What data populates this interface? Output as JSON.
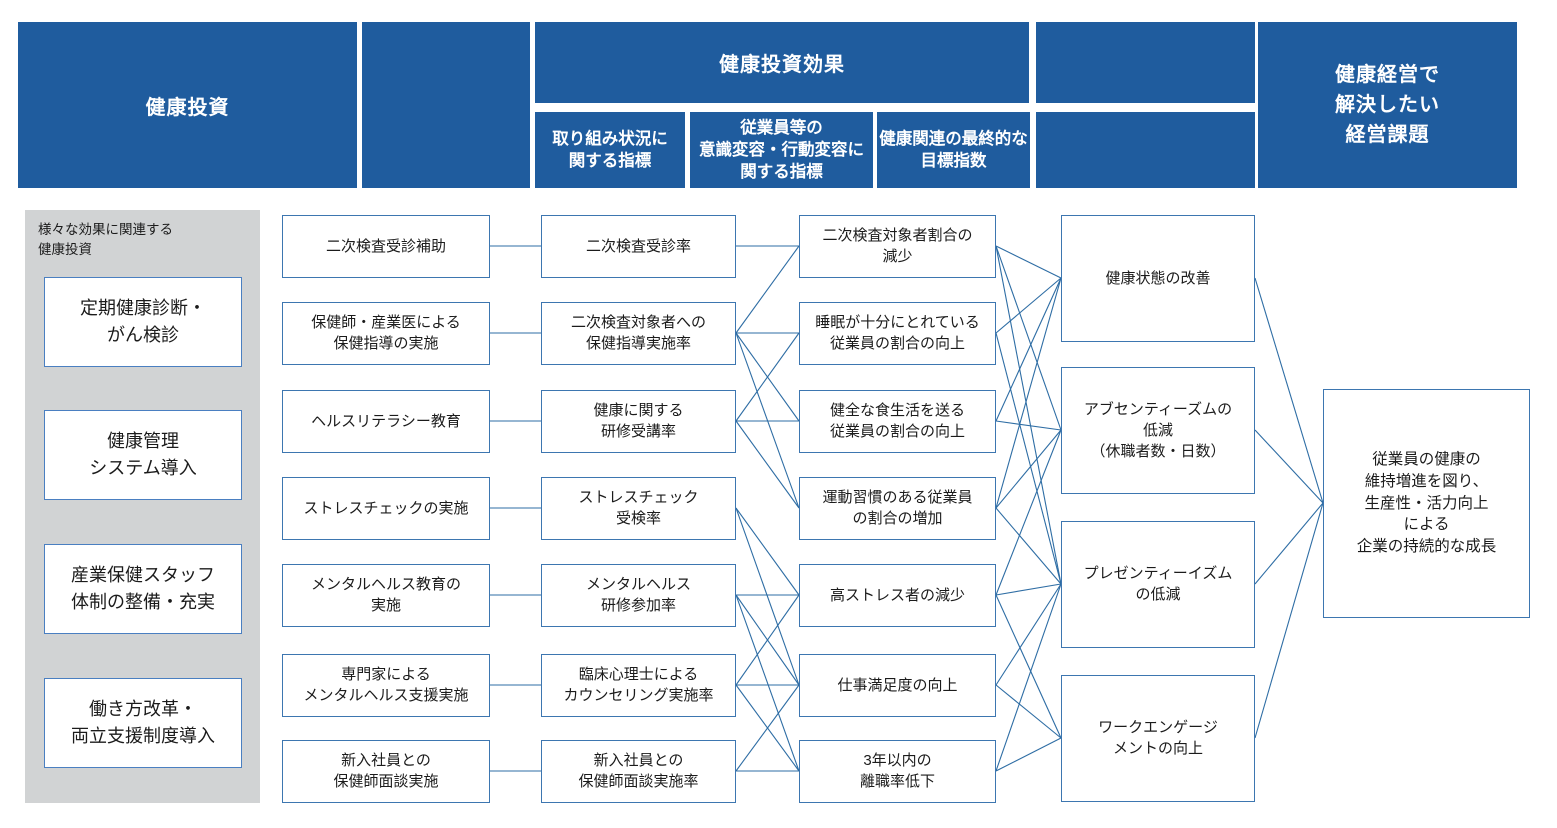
{
  "header": {
    "investment": "健康投資",
    "effect": "健康投資効果",
    "sub_indicators": [
      "取り組み状況に\n関する指標",
      "従業員等の\n意識変容・行動変容に\n関する指標",
      "健康関連の最終的な\n目標指数"
    ],
    "management_issue": "健康経営で\n解決したい\n経営課題"
  },
  "sidebar": {
    "note": "様々な効果に関連する\n健康投資",
    "categories": [
      "定期健康診断・\nがん検診",
      "健康管理\nシステム導入",
      "産業保健スタッフ\n体制の整備・充実",
      "働き方改革・\n両立支援制度導入"
    ]
  },
  "columns": {
    "investments": [
      "二次検査受診補助",
      "保健師・産業医による\n保健指導の実施",
      "ヘルスリテラシー教育",
      "ストレスチェックの実施",
      "メンタルヘルス教育の\n実施",
      "専門家による\nメンタルヘルス支援実施",
      "新入社員との\n保健師面談実施"
    ],
    "process_indicators": [
      "二次検査受診率",
      "二次検査対象者への\n保健指導実施率",
      "健康に関する\n研修受講率",
      "ストレスチェック\n受検率",
      "メンタルヘルス\n研修参加率",
      "臨床心理士による\nカウンセリング実施率",
      "新入社員との\n保健師面談実施率"
    ],
    "behavior_indicators": [
      "二次検査対象者割合の\n減少",
      "睡眠が十分にとれている\n従業員の割合の向上",
      "健全な食生活を送る\n従業員の割合の向上",
      "運動習慣のある従業員\nの割合の増加",
      "高ストレス者の減少",
      "仕事満足度の向上",
      "3年以内の\n離職率低下"
    ],
    "target_indicators": [
      "健康状態の改善",
      "アブセンティーズムの\n低減\n（休職者数・日数）",
      "プレゼンティーイズム\nの低減",
      "ワークエンゲージ\nメントの向上"
    ],
    "goal": "従業員の健康の\n維持増進を図り、\n生産性・活力向上\nによる\n企業の持続的な成長"
  },
  "edges": {
    "inv_proc": [
      [
        0,
        0
      ],
      [
        1,
        1
      ],
      [
        2,
        2
      ],
      [
        3,
        3
      ],
      [
        4,
        4
      ],
      [
        5,
        5
      ],
      [
        6,
        6
      ]
    ],
    "proc_behav": [
      [
        0,
        0
      ],
      [
        1,
        0
      ],
      [
        1,
        1
      ],
      [
        1,
        2
      ],
      [
        1,
        3
      ],
      [
        2,
        1
      ],
      [
        2,
        2
      ],
      [
        2,
        3
      ],
      [
        3,
        4
      ],
      [
        3,
        5
      ],
      [
        4,
        4
      ],
      [
        4,
        5
      ],
      [
        4,
        6
      ],
      [
        5,
        4
      ],
      [
        5,
        5
      ],
      [
        5,
        6
      ],
      [
        6,
        5
      ],
      [
        6,
        6
      ]
    ],
    "behav_target": [
      [
        0,
        0
      ],
      [
        0,
        1
      ],
      [
        0,
        2
      ],
      [
        1,
        0
      ],
      [
        1,
        2
      ],
      [
        2,
        0
      ],
      [
        2,
        1
      ],
      [
        3,
        0
      ],
      [
        3,
        1
      ],
      [
        3,
        2
      ],
      [
        4,
        1
      ],
      [
        4,
        2
      ],
      [
        4,
        3
      ],
      [
        5,
        2
      ],
      [
        5,
        3
      ],
      [
        6,
        2
      ],
      [
        6,
        3
      ]
    ],
    "target_goal": [
      [
        0,
        0
      ],
      [
        1,
        0
      ],
      [
        2,
        0
      ],
      [
        3,
        0
      ]
    ]
  },
  "colors": {
    "header_blue": "#1f5c9e",
    "panel_gray": "#d1d3d4",
    "line_blue": "#2e6da4",
    "box_border": "#3d76b0"
  }
}
